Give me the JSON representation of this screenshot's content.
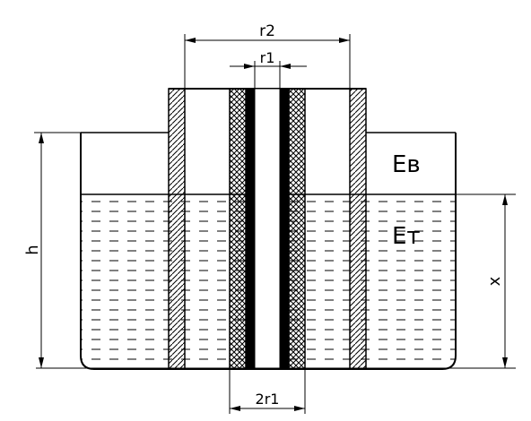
{
  "labels": {
    "r2": "r2",
    "r1": "r1",
    "two_r1": "2r1",
    "h": "h",
    "x": "x",
    "eps_air": "Eв",
    "eps_liquid": "Eт"
  },
  "colors": {
    "stroke": "#000000",
    "background": "#ffffff"
  }
}
